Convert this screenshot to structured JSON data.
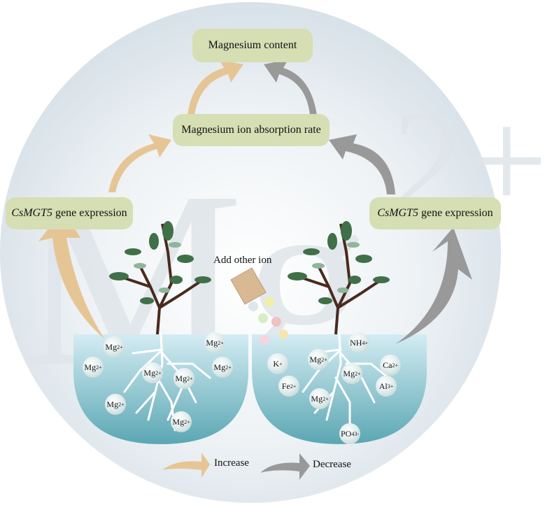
{
  "title": "CsMGT5 regulation of magnesium uptake under other ion addition",
  "watermark": {
    "base": "Mg",
    "superscript": "2+"
  },
  "boxes": {
    "top": "Magnesium content",
    "middle": "Magnesium ion absorption rate",
    "left": {
      "gene": "CsMGT5",
      "rest": " gene expression"
    },
    "right": {
      "gene": "CsMGT5",
      "rest": " gene expression"
    }
  },
  "center_label": "Add other ion",
  "left_basin": {
    "ions": [
      {
        "base": "Mg",
        "sup": "2+",
        "sub": ""
      },
      {
        "base": "Mg",
        "sup": "2+",
        "sub": ""
      },
      {
        "base": "Mg",
        "sup": "2+",
        "sub": ""
      },
      {
        "base": "Mg",
        "sup": "2+",
        "sub": ""
      },
      {
        "base": "Mg",
        "sup": "2+",
        "sub": ""
      },
      {
        "base": "Mg",
        "sup": "2+",
        "sub": ""
      },
      {
        "base": "Mg",
        "sup": "2+",
        "sub": ""
      },
      {
        "base": "Mg",
        "sup": "2+",
        "sub": ""
      }
    ]
  },
  "right_basin": {
    "ions": [
      {
        "base": "NH",
        "sup": "+",
        "sub": "4"
      },
      {
        "base": "K",
        "sup": "+",
        "sub": ""
      },
      {
        "base": "Mg",
        "sup": "2+",
        "sub": ""
      },
      {
        "base": "Mg",
        "sup": "2+",
        "sub": ""
      },
      {
        "base": "Ca",
        "sup": "2+",
        "sub": ""
      },
      {
        "base": "Al",
        "sup": "3+",
        "sub": ""
      },
      {
        "base": "Fe",
        "sup": "2+",
        "sub": ""
      },
      {
        "base": "Mg",
        "sup": "2+",
        "sub": ""
      },
      {
        "base": "PO",
        "sup": "3-",
        "sub": "4"
      }
    ]
  },
  "legend": {
    "increase": "Increase",
    "decrease": "Decrease"
  },
  "colors": {
    "increase": "#e6c595",
    "decrease": "#999999",
    "box": "#d6deb3",
    "water_top": "#cfe8f0",
    "water_bottom": "#5aa7b3"
  }
}
